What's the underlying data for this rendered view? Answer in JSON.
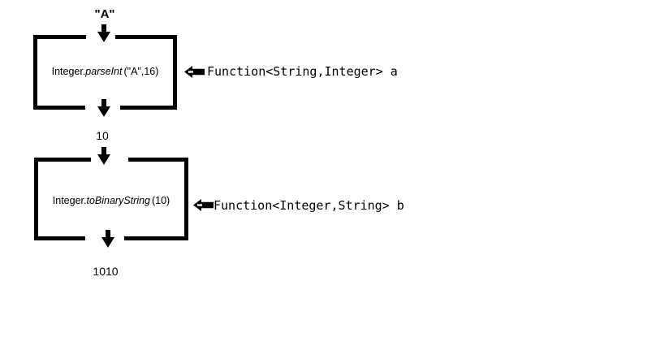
{
  "diagram": {
    "title_note": "Java Function interface flow diagram",
    "input_value": "\"A\"",
    "box1": {
      "class_part": "Integer.",
      "method_part": "parseInt",
      "args_part": "(\"A\",16)"
    },
    "function_a_label": "Function<String,Integer> a",
    "intermediate_value": "10",
    "box2": {
      "class_part": "Integer.",
      "method_part": "toBinaryString",
      "args_part": "(10)"
    },
    "function_b_label": "Function<Integer,String> b",
    "output_value": "1010",
    "icons": {
      "down_arrow": "thick-down-arrow",
      "left_arrow": "thick-left-arrow-with-highlight"
    },
    "colors": {
      "ink": "#000000",
      "background": "#ffffff"
    }
  }
}
